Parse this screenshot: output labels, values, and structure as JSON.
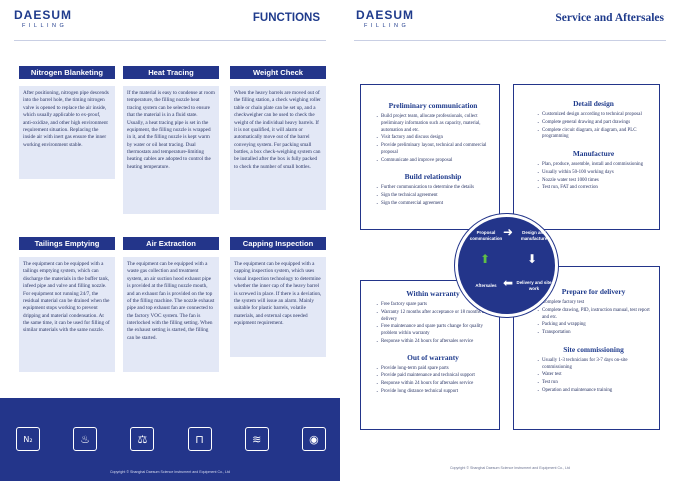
{
  "left_page": {
    "logo": {
      "main": "DAESUM",
      "sub": "FILLING"
    },
    "title": "FUNCTIONS",
    "cards": [
      {
        "title": "Nitrogen Blanketing",
        "body": "After positioning, nitrogen pipe descends into the barrel hole, the timing nitrogen valve is opened to replace the air inside, which usually applicable to ex-proof, anti-oxidize, and other high environment requirement situation. Replacing the inside air with inert gas ensure the inner working environment stable."
      },
      {
        "title": "Heat Tracing",
        "body": "If the material is easy to condense at room temperature, the filling nozzle heat tracing system can be selected to ensure that the material is in a fluid state. Usually, a heat tracing pipe is set in the equipment, the filling nozzle is wrapped in it, and the filling nozzle is kept warm by water or oil heat tracing. Dual thermostats and temperature-limiting heating cables are adopted to control the heating temperature."
      },
      {
        "title": "Weight Check",
        "body": "When the heavy barrels are moved out of the filling station, a check weighing roller table or chain plate can be set up, and a checkweigher can be used to check the weight of the individual heavy barrels. If it is not qualified, it will alarm or automatically move out of the barrel conveying system. For packing small bottles, a box check-weighing system can be installed after the box is fully packed to check the number of small bottles."
      },
      {
        "title": "Tailings Emptying",
        "body": "The equipment can be equipped with a tailings emptying system, which can discharge the materials in the buffer tank, infeed pipe and valve and filling nozzle. For equipment not running 24/7, the residual material can be drained when the equipment stops working to prevent dripping and material condensation. At the same time, it can be used for filling of similar materials with the same nozzle."
      },
      {
        "title": "Air Extraction",
        "body": "The equipment can be equipped with a waste gas collection and treatment system, an air suction hood exhaust pipe is provided at the filling nozzle mouth, and an exhaust fan is provided on the top of the filling machine. The nozzle exhaust pipe and top exhaust fan are connected to the factory VOC system. The fan is interlocked with the filling setting. When the exhaust setting is started, the filling can be started."
      },
      {
        "title": "Capping Inspection",
        "body": "The equipment can be equipped with a capping inspection system, which uses visual inspection technology to determine whether the inner cap of the heavy barrel is screwed in place. If there is a deviation, the system will issue an alarm. Mainly suitable for plastic barrels, volatile materials, and external caps needed equipment requirement."
      }
    ],
    "icons": [
      {
        "name": "nitrogen-icon",
        "glyph": "N₂"
      },
      {
        "name": "heat-tracing-icon",
        "glyph": "♨"
      },
      {
        "name": "weight-check-icon",
        "glyph": "⚖"
      },
      {
        "name": "tailings-emptying-icon",
        "glyph": "⊓"
      },
      {
        "name": "air-extraction-icon",
        "glyph": "≋"
      },
      {
        "name": "camera-inspection-icon",
        "glyph": "◉"
      }
    ],
    "copyright": "Copyright © Shanghai Daesum Science Instrument and Equipment Co., Ltd"
  },
  "right_page": {
    "logo": {
      "main": "DAESUM",
      "sub": "FILLING"
    },
    "title": "Service and Aftersales",
    "preliminary": {
      "heading": "Preliminary communication",
      "items": [
        "Build project team, allocate professionals, collect preliminary information such as capacity, material, automation and etc.",
        "Visit factory and discuss design",
        "Provide preliminary layout, technical and commercial proposal",
        "Communicate and improve proposal"
      ],
      "heading2": "Build relationship",
      "items2": [
        "Further communication to determine the details",
        "Sign the technical agreement",
        "Sign the commercial agreement"
      ]
    },
    "detail": {
      "heading": "Detail design",
      "items": [
        "Customized design according to technical proposal",
        "Complete general drawing and part drawings",
        "Complete circuit diagram, air diagram, and PLC programming"
      ],
      "heading2": "Manufacture",
      "items2": [
        "Plan, produce, assemble, install and commissioning",
        "Usually within 50-100 working days",
        "Nozzle water test 1000 times",
        "Test run, FAT and correction"
      ]
    },
    "warranty": {
      "heading": "Within warranty",
      "items": [
        "Free factory spare parts",
        "Warranty 12 months after acceptance or 18 months after delivery",
        "Free maintenance and spare parts change for quality problem within warranty",
        "Response within 24 hours for aftersales service"
      ],
      "heading2": "Out of warranty",
      "items2": [
        "Provide long-term paid spare parts",
        "Provide paid maintenance and technical support",
        "Response within 24 hours for aftersales service",
        "Provide long distance technical support"
      ]
    },
    "delivery": {
      "heading": "Prepare for delivery",
      "items": [
        "Complete factory test",
        "Complete drawing, PID, instruction manual, test report and etc.",
        "Packing and wrapping",
        "Transportation"
      ],
      "heading2": "Site commissioning",
      "items2": [
        "Usually 1-3 technicians for 3-7 days on-site commissioning",
        "Water test",
        "Test run",
        "Operation and maintenance training"
      ]
    },
    "circle": {
      "proposal": "Proposal communication",
      "design": "Design and manufacture",
      "delivery": "Delivery and site work",
      "aftersales": "Aftersales"
    },
    "copyright": "Copyright © Shanghai Daesum Science Instrument and Equipment Co., Ltd"
  }
}
